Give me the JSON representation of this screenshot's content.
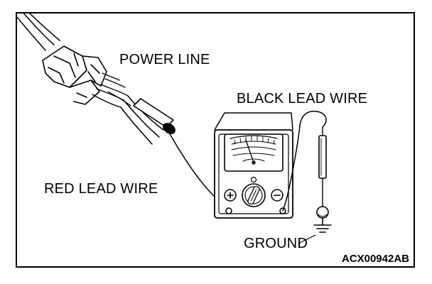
{
  "labels": {
    "power_line": "POWER LINE",
    "black_lead_wire": "BLACK LEAD WIRE",
    "red_lead_wire": "RED LEAD WIRE",
    "ground": "GROUND"
  },
  "meter": {
    "positive_terminal": "+",
    "negative_terminal": "−"
  },
  "figure_code": "ACX00942AB",
  "colors": {
    "ink": "#000000",
    "background": "#ffffff"
  }
}
